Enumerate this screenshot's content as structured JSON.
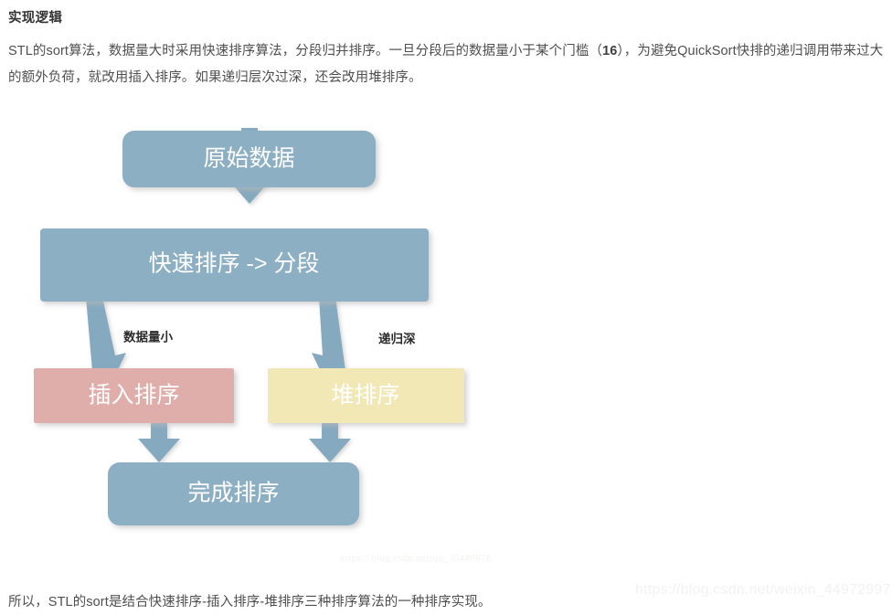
{
  "article": {
    "heading": "实现逻辑",
    "intro_before": "STL的sort算法，数据量大时采用快速排序算法，分段归并排序。一旦分段后的数据量小于某个门槛（",
    "intro_threshold": "16",
    "intro_after": "），为避免QuickSort快排的递归调用带来过大的额外负荷，就改用插入排序。如果递归层次过深，还会改用堆排序。",
    "outro": "所以，STL的sort是结合快速排序-插入排序-堆排序三种排序算法的一种排序实现。"
  },
  "flowchart": {
    "nodes": {
      "raw_data": "原始数据",
      "quick_sort": "快速排序 -> 分段",
      "insertion_sort": "插入排序",
      "heap_sort": "堆排序",
      "done": "完成排序"
    },
    "edge_labels": {
      "small_data": "数据量小",
      "deep_recursion": "递归深"
    },
    "colors": {
      "blue": "#8cafc4",
      "blue_stroke": "#8cafc4",
      "pink": "#dfaeab",
      "yellow": "#f2e8b6",
      "arrow": "#85a9bf",
      "node_text": "#ffffff",
      "label_text": "#2b2b2b"
    }
  },
  "watermarks": {
    "center": "https://blog.csdn.net/qq_35440678",
    "corner": "https://blog.csdn.net/weixin_44972997"
  }
}
